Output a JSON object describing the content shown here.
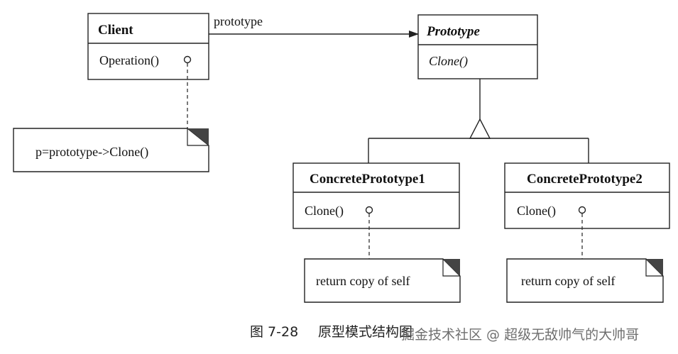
{
  "classes": {
    "client": {
      "name": "Client",
      "operation": "Operation()"
    },
    "prototype": {
      "name": "Prototype",
      "operation": "Clone()"
    },
    "concrete1": {
      "name": "ConcretePrototype1",
      "operation": "Clone()"
    },
    "concrete2": {
      "name": "ConcretePrototype2",
      "operation": "Clone()"
    }
  },
  "association": {
    "label": "prototype"
  },
  "notes": {
    "client": "p=prototype->Clone()",
    "concrete1": "return copy of self",
    "concrete2": "return copy of self"
  },
  "caption": {
    "figure": "图 7-28",
    "title": "原型模式结构图"
  },
  "watermark": "掘金技术社区 @ 超级无敌帅气的大帅哥"
}
